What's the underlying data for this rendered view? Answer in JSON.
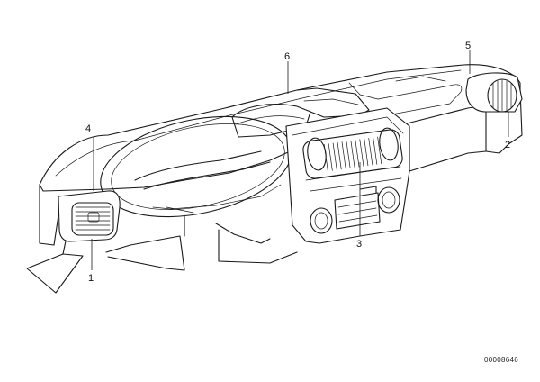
{
  "callouts": {
    "c1": "1",
    "c2": "2",
    "c3": "3",
    "c4": "4",
    "c5": "5",
    "c6": "6"
  },
  "reference_number": "00008646"
}
